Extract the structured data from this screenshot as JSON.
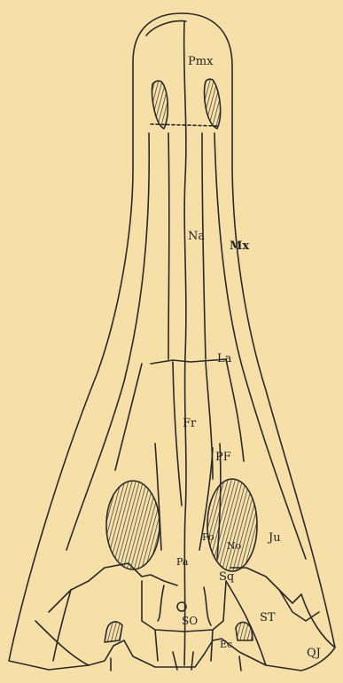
{
  "labels": {
    "pmx": "Pmx",
    "na": "Na",
    "mx": "Mx",
    "la": "La",
    "fr": "Fr",
    "pf": "PF",
    "po": "Po",
    "pa": "Pa",
    "no": "No",
    "ju": "Ju",
    "sq": "Sq",
    "st": "ST",
    "so": "SO",
    "ec": "Ec",
    "qj": "QJ"
  }
}
